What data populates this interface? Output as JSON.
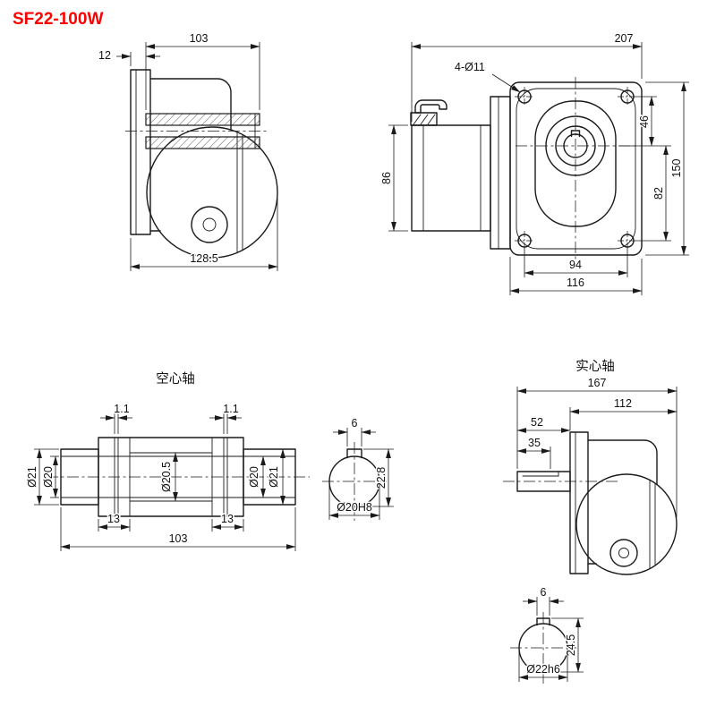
{
  "title": "SF22-100W",
  "views": {
    "side": {
      "dim_flange_thickness": "12",
      "dim_shaft_length": "103",
      "dim_overall_length": "128.5"
    },
    "front": {
      "dim_overall_depth": "207",
      "holes_callout": "4-Ø11",
      "dim_center_to_top_holes": "46",
      "dim_flange_height": "150",
      "dim_center_to_bottom_holes": "82",
      "dim_motor_height": "86",
      "dim_hole_spacing": "94",
      "dim_flange_width": "116"
    },
    "hollow_shaft": {
      "label": "空心轴",
      "dim_groove_left": "1.1",
      "dim_groove_right": "1.1",
      "dia_outer_left": "Ø21",
      "dia_bore_left": "Ø20",
      "dia_bore_middle": "Ø20.5",
      "dia_bore_right": "Ø20",
      "dia_outer_right": "Ø21",
      "dim_end_section_left": "13",
      "dim_end_section_right": "13",
      "dim_total_length": "103"
    },
    "hollow_section": {
      "dim_keyway_width": "6",
      "dim_keyway_height": "22.8",
      "bore_callout": "Ø20H8"
    },
    "solid_shaft": {
      "label": "实心轴",
      "dim_overall_length": "167",
      "dim_body_length": "112",
      "dim_shaft_length": "52",
      "dim_key_length": "35"
    },
    "solid_section": {
      "dim_keyway_width": "6",
      "dim_keyway_height": "24.5",
      "shaft_callout": "Ø22h6"
    }
  },
  "colors": {
    "accent": "#ff0000",
    "line": "#1a1a1a",
    "background": "#ffffff"
  }
}
